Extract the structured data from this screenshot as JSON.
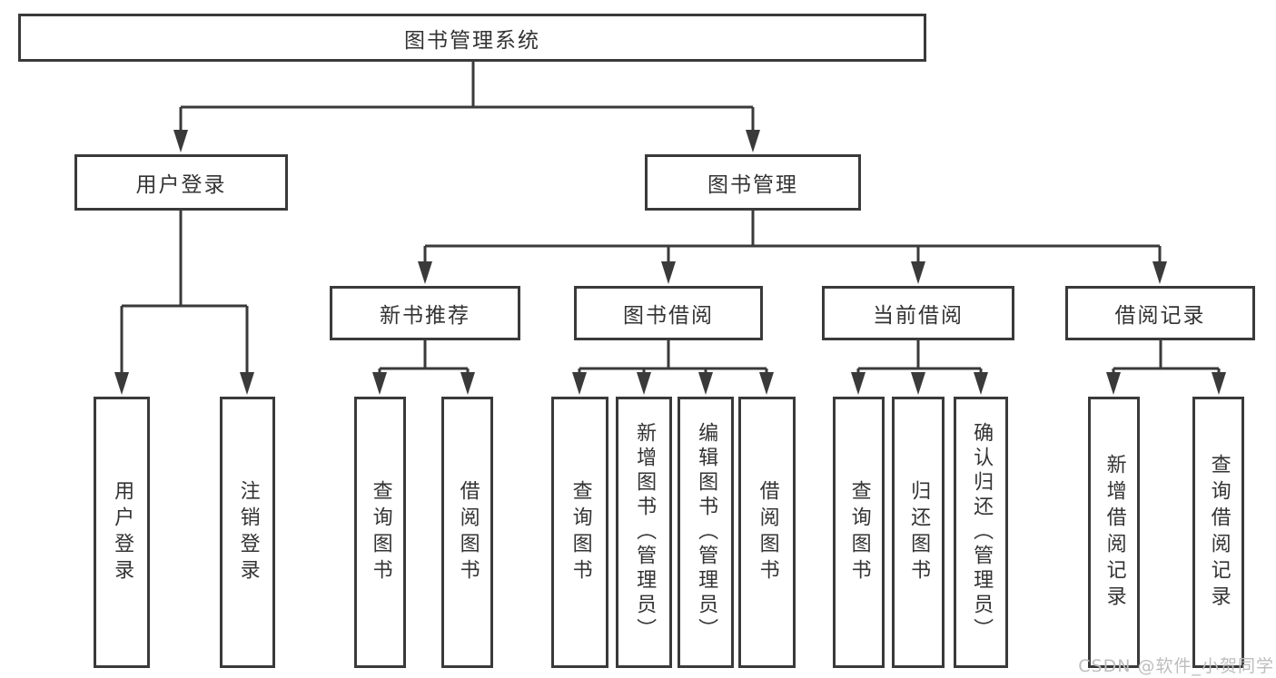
{
  "diagram": {
    "tree": {
      "root": {
        "label": "图书管理系统"
      },
      "branches": [
        {
          "label": "用户登录",
          "children": [
            {
              "label": "用户登录"
            },
            {
              "label": "注销登录"
            }
          ]
        },
        {
          "label": "图书管理",
          "children": [
            {
              "label": "新书推荐",
              "children": [
                {
                  "label": "查询图书"
                },
                {
                  "label": "借阅图书"
                }
              ]
            },
            {
              "label": "图书借阅",
              "children": [
                {
                  "label": "查询图书"
                },
                {
                  "label": "新增图书（管理员）"
                },
                {
                  "label": "编辑图书（管理员）"
                },
                {
                  "label": "借阅图书"
                }
              ]
            },
            {
              "label": "当前借阅",
              "children": [
                {
                  "label": "查询图书"
                },
                {
                  "label": "归还图书"
                },
                {
                  "label": "确认归还（管理员）"
                }
              ]
            },
            {
              "label": "借阅记录",
              "children": [
                {
                  "label": "新增借阅记录"
                },
                {
                  "label": "查询借阅记录"
                }
              ]
            }
          ]
        }
      ]
    }
  },
  "watermark": {
    "text": "CSDN @软件_小贺同学"
  },
  "colors": {
    "line": "#3a3a3a",
    "text": "#333333",
    "watermark": "#bdbdbd",
    "background": "#ffffff"
  }
}
